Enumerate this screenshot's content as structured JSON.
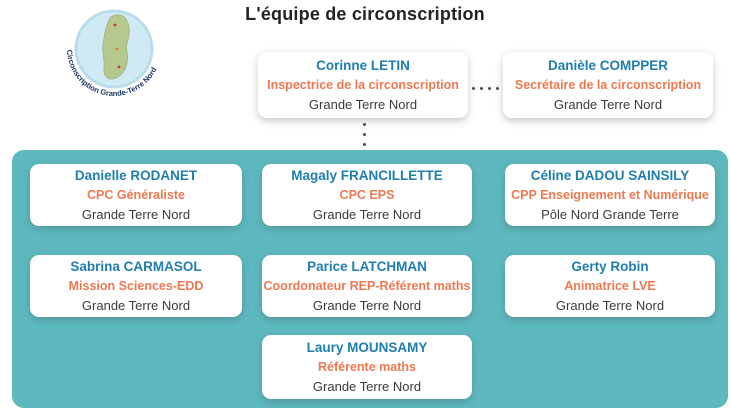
{
  "page": {
    "title": "L'équipe de circonscription"
  },
  "logo": {
    "caption": "Circonscription Grande-Terre Nord"
  },
  "colors": {
    "name_blue": "#1f7ead",
    "role_orange": "#ee7950",
    "location_dark": "#3b3b3b",
    "panel_teal": "#5db9bf",
    "logo_circle_fill": "#cfeaf4",
    "logo_map_green": "#b6c88e",
    "logo_text_navy": "#1d3766"
  },
  "org": {
    "top_row": [
      {
        "name": "Corinne LETIN",
        "role": "Inspectrice de la circonscription",
        "location": "Grande Terre Nord"
      },
      {
        "name": "Danièle COMPPER",
        "role": "Secrétaire de la circonscription",
        "location": "Grande Terre Nord"
      }
    ],
    "team": [
      {
        "name": "Danielle RODANET",
        "role": "CPC Généraliste",
        "location": "Grande Terre Nord"
      },
      {
        "name": "Magaly FRANCILLETTE",
        "role": "CPC EPS",
        "location": "Grande Terre Nord"
      },
      {
        "name": "Céline DADOU SAINSILY",
        "role": "CPP Enseignement et Numérique",
        "location": "Pôle Nord Grande Terre"
      },
      {
        "name": "Sabrina CARMASOL",
        "role": "Mission Sciences-EDD",
        "location": "Grande Terre Nord"
      },
      {
        "name": "Parice LATCHMAN",
        "role": "Coordonateur REP-Référent maths",
        "location": "Grande Terre Nord"
      },
      {
        "name": "Gerty Robin",
        "role": "Animatrice LVE",
        "location": "Grande Terre Nord"
      },
      {
        "name": "Laury MOUNSAMY",
        "role": "Référente maths",
        "location": "Grande Terre Nord"
      }
    ]
  }
}
